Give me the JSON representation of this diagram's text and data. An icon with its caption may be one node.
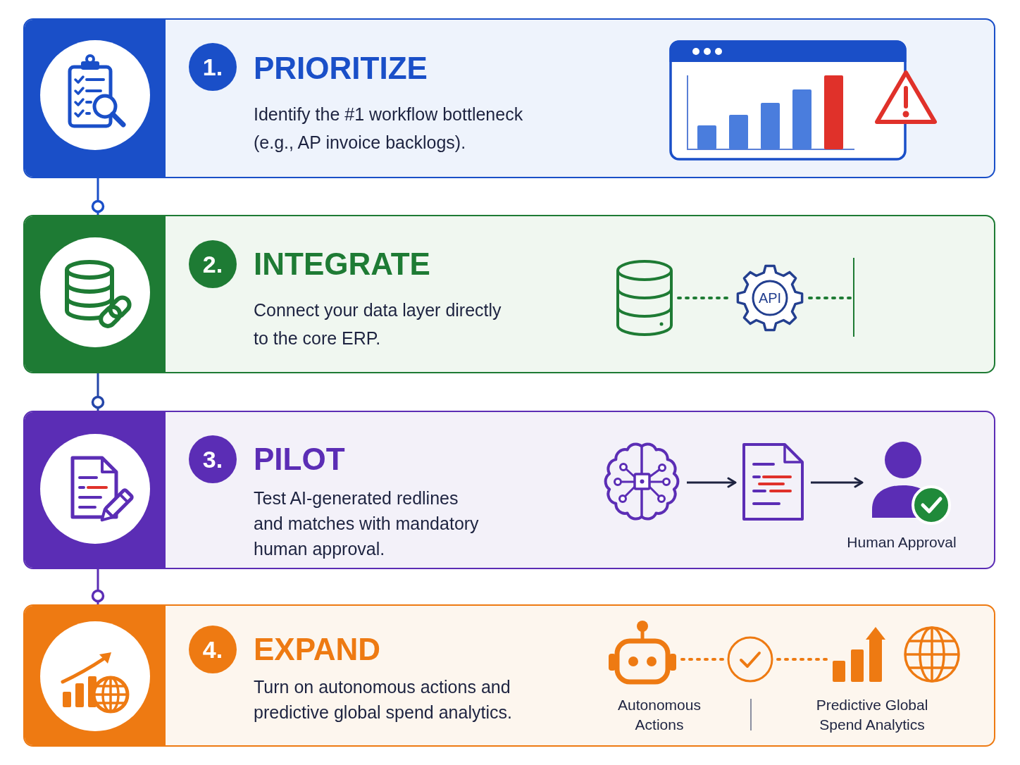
{
  "diagram": {
    "nodes": [
      {
        "text": [
          "PRIORITIZE",
          "Identify the #1 workflow bottleneck (e.g., AP invoice backlogs)."
        ]
      },
      {
        "text": [
          "1."
        ],
        "in": 0
      },
      {
        "text": [
          "INTEGRATE",
          "Connect your data layer directly to the core ERP."
        ]
      },
      {
        "text": [
          "2."
        ],
        "in": 2
      },
      {
        "text": [],
        "shape": "cylinder",
        "in": 2
      },
      {
        "text": [
          "API"
        ],
        "in": 2
      },
      {
        "text": [
          "PILOT",
          "Test AI-generated redlines and matches with mandatory human approval."
        ]
      },
      {
        "text": [
          "3."
        ],
        "in": 6
      },
      {
        "text": [],
        "shape": "picture",
        "in": 6
      },
      {
        "text": [],
        "shape": "picture",
        "in": 6
      },
      {
        "text": [],
        "shape": "person",
        "in": 6,
        "beside": [
          "Human Approval"
        ]
      },
      {
        "text": [
          "EXPAND",
          "Turn on autonomous actions and predictive global spend analytics."
        ]
      },
      {
        "text": [
          "4."
        ],
        "in": 11
      },
      {
        "text": [],
        "shape": "picture",
        "in": 11,
        "beside": [
          "Autonomous Actions"
        ]
      },
      {
        "text": [],
        "shape": "circle",
        "in": 11
      },
      {
        "text": [],
        "shape": "picture",
        "in": 11,
        "beside": [
          "Predictive Global Spend Analytics"
        ]
      }
    ],
    "edges": [
      {
        "from": 0,
        "to": 2,
        "arrow": "other",
        "color": "#1a4fc8"
      },
      {
        "from": 2,
        "to": 6,
        "arrow": "other",
        "color": "#2446a8"
      },
      {
        "from": 6,
        "to": 11,
        "arrow": "other",
        "color": "#5b2db5"
      },
      {
        "from": 4,
        "to": 5,
        "arrow": "none",
        "style": "dashed",
        "color": "#1e7b34"
      },
      {
        "from": 5,
        "to": null,
        "arrow": "none",
        "style": "dashed",
        "color": "#1e7b34"
      },
      {
        "from": 8,
        "to": 9,
        "arrow": "to",
        "color": "#1d2340"
      },
      {
        "from": 9,
        "to": 10,
        "arrow": "to",
        "color": "#1d2340"
      },
      {
        "from": 13,
        "to": 14,
        "arrow": "none",
        "style": "dashed",
        "color": "#ee7a12"
      },
      {
        "from": 14,
        "to": 15,
        "arrow": "none",
        "style": "dashed",
        "color": "#ee7a12"
      }
    ]
  }
}
